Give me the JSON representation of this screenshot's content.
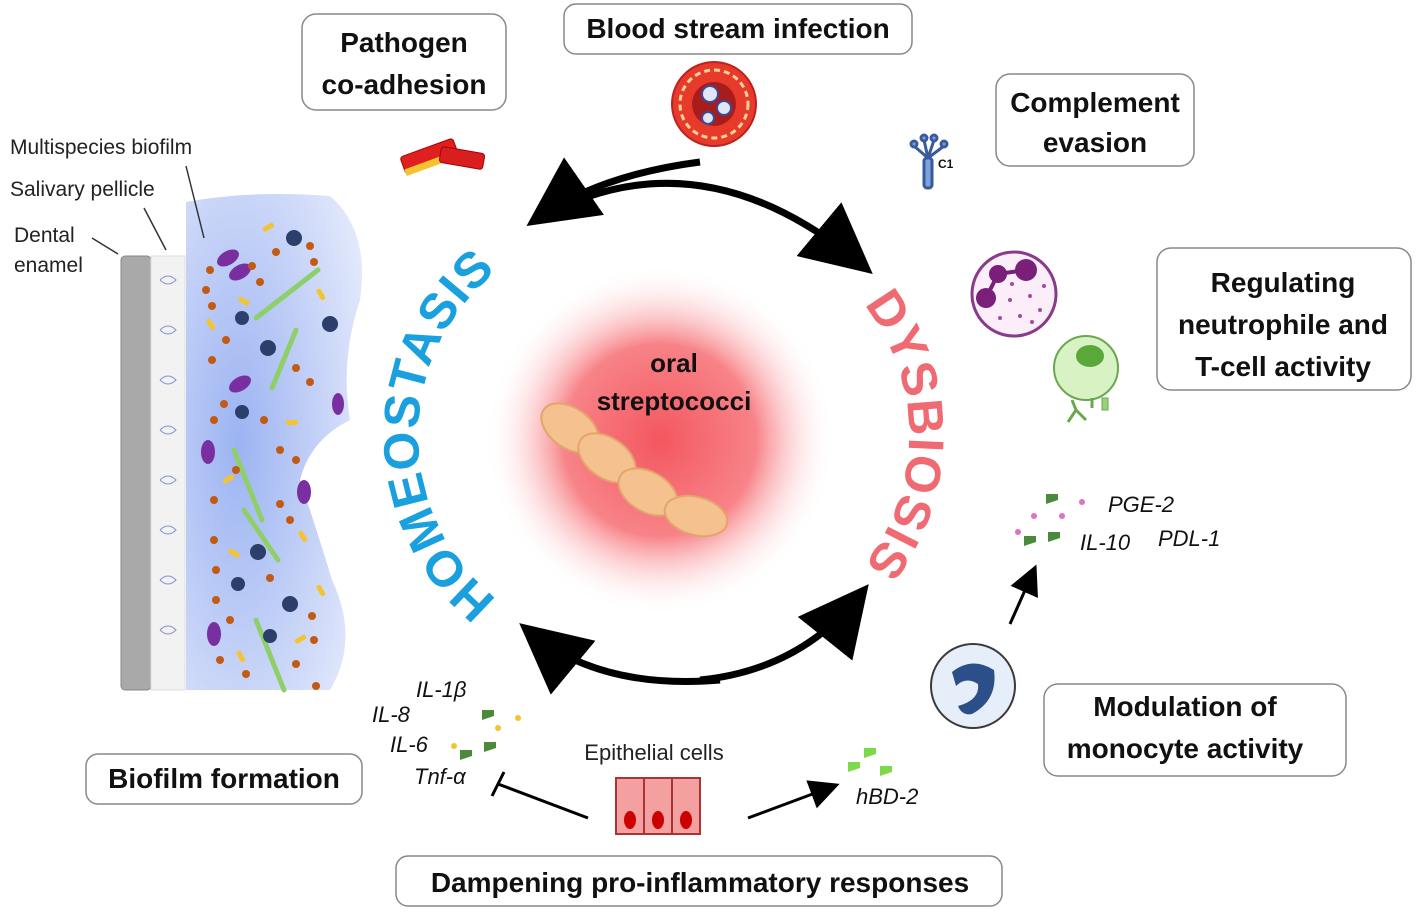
{
  "center": {
    "line1": "oral",
    "line2": "streptococci",
    "left_arc": "HOMEOSTASIS",
    "right_arc": "DYSBIOSIS",
    "colors": {
      "homeostasis": "#1aa0df",
      "dysbiosis": "#ef6a73",
      "glow": "#f4565e"
    }
  },
  "boxes": {
    "pathogen": {
      "line1": "Pathogen",
      "line2": "co-adhesion"
    },
    "blood": {
      "line1": "Blood stream infection"
    },
    "complement": {
      "line1": "Complement",
      "line2": "evasion"
    },
    "regulating": {
      "line1": "Regulating",
      "line2": "neutrophile and",
      "line3": "T-cell activity"
    },
    "modulation": {
      "line1": "Modulation of",
      "line2": "monocyte activity"
    },
    "biofilm": {
      "line1": "Biofilm formation"
    },
    "dampening": {
      "line1": "Dampening pro-inflammatory responses"
    }
  },
  "biofilm_labels": {
    "multispecies": "Multispecies biofilm",
    "pellicle": "Salivary pellicle",
    "enamel1": "Dental",
    "enamel2": "enamel"
  },
  "cytokines_left": {
    "il1b": "IL-1β",
    "il8": "IL-8",
    "il6": "IL-6",
    "tnf": "Tnf-α"
  },
  "epithelial": "Epithelial cells",
  "hbd": "hBD-2",
  "monocyte_products": {
    "pge2": "PGE-2",
    "il10": "IL-10",
    "pdl1": "PDL-1"
  },
  "complement_tag": "C1"
}
